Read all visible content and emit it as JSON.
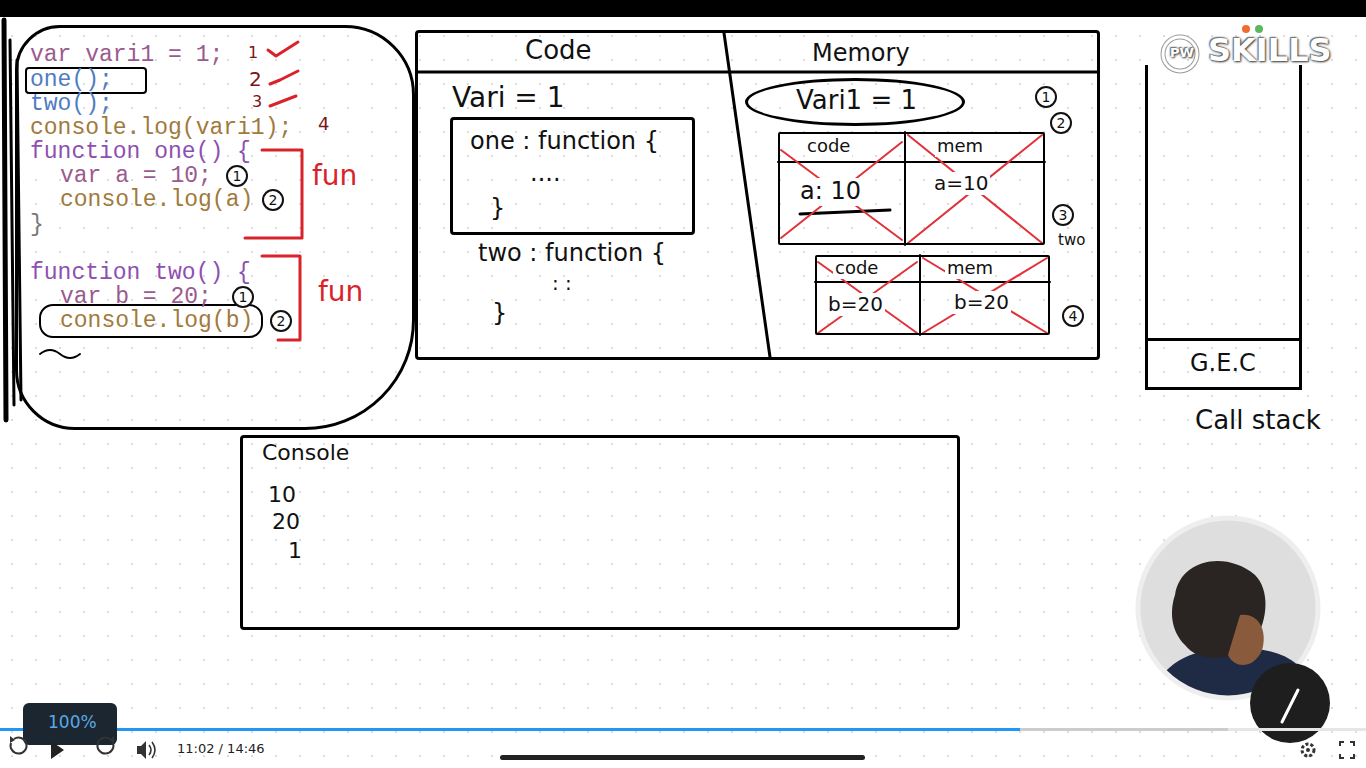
{
  "diagram": {
    "nodes": [
      {
        "text": [
          "var vari1 = 1;",
          "one();",
          "two();",
          "console.log(vari1);",
          "function one() {",
          "var a = 10;",
          "console.log(a)",
          "}",
          "function two() {",
          "var b = 20;",
          "console.log(b)"
        ]
      },
      {
        "text": [
          "Code",
          "Memory"
        ]
      },
      {
        "text": [
          "one : function {",
          "....",
          "}"
        ],
        "in": 1
      },
      {
        "text": [
          "Vari1 = 1"
        ],
        "in": 1
      },
      {
        "text": [
          "code",
          "mem",
          "a: 10",
          "a=10"
        ],
        "in": 1
      },
      {
        "text": [
          "code",
          "mem",
          "b=20",
          "b=20"
        ],
        "in": 1
      },
      {
        "text": [
          "Call stack"
        ]
      },
      {
        "text": [
          "G.E.C"
        ],
        "in": 6
      },
      {
        "text": [
          "Console",
          "10",
          "20",
          "1"
        ]
      }
    ],
    "labels": [
      "1",
      "2",
      "3",
      "4",
      "1",
      "2",
      "fun",
      "1",
      "2",
      "fun",
      "Vari = 1",
      "two : function {",
      ": :",
      "}",
      "1",
      "2",
      "3",
      "4",
      "two",
      "PW",
      "SKILLS",
      "100%",
      "11:02 / 14:46"
    ]
  }
}
